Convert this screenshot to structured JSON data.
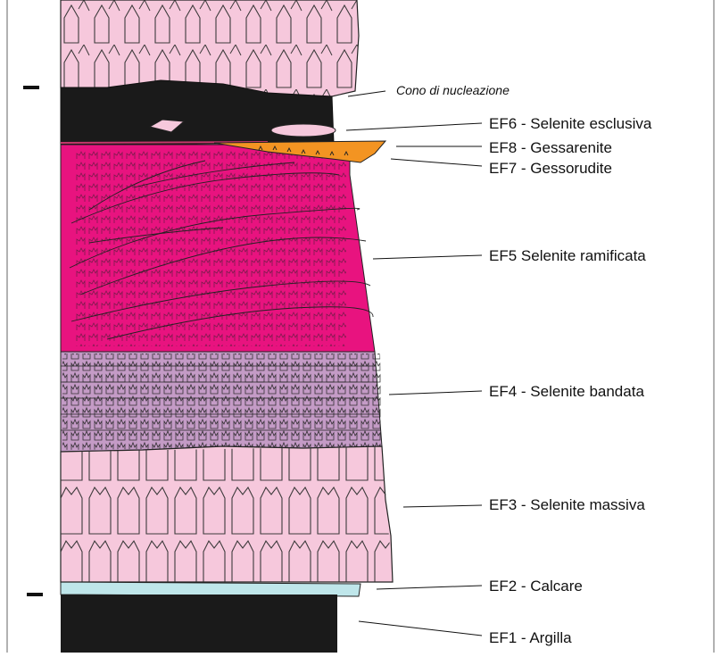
{
  "labels": {
    "cone": "Cono di nucleazione",
    "ef6": "EF6 - Selenite esclusiva",
    "ef8": "EF8 - Gessarenite",
    "ef7": "EF7 - Gessorudite",
    "ef5": "EF5 Selenite ramificata",
    "ef4": "EF4 - Selenite bandata",
    "ef3": "EF3 - Selenite massiva",
    "ef2": "EF2 - Calcare",
    "ef1": "EF1 - Argilla"
  },
  "colors": {
    "black_clay": "#1a1a1a",
    "pink_selenite": "#f6c8dc",
    "magenta_ramified": "#e8137f",
    "purple_banded": "#c49bc6",
    "orange_gessarenite": "#f39422",
    "calcare": "#bfe6ea"
  }
}
